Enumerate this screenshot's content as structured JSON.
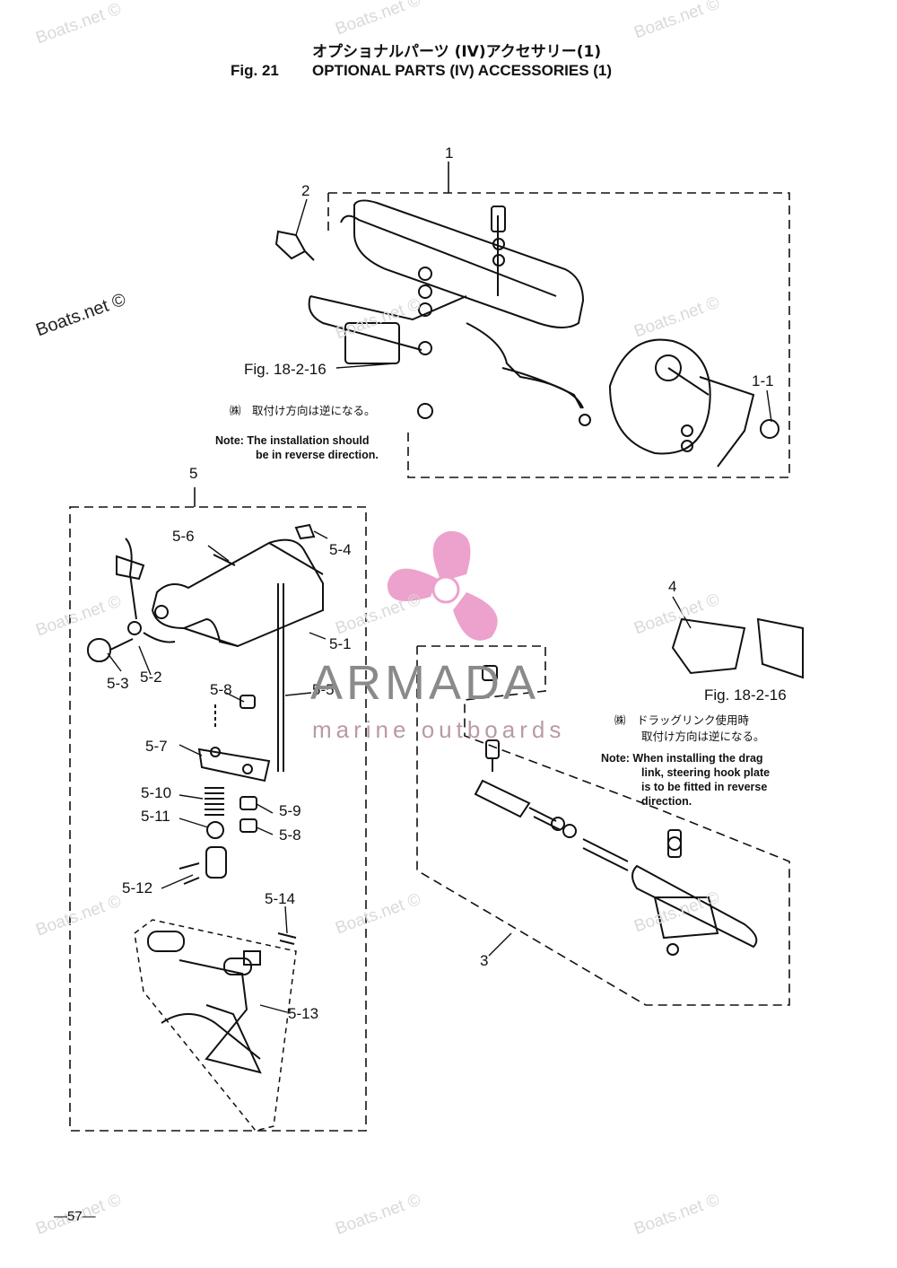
{
  "header": {
    "title_jp": "オプショナルパーツ (IV)アクセサリー(1)",
    "fig_number": "Fig. 21",
    "title_en": "OPTIONAL PARTS (IV) ACCESSORIES (1)"
  },
  "labels": {
    "p1": "1",
    "p2": "2",
    "p1_1": "1-1",
    "fig_ref_top": "Fig. 18-2-16",
    "p5": "5",
    "p5_6": "5-6",
    "p5_4": "5-4",
    "p5_1": "5-1",
    "p5_3": "5-3",
    "p5_2": "5-2",
    "p5_8a": "5-8",
    "p5_5": "5-5",
    "p5_7": "5-7",
    "p5_10": "5-10",
    "p5_9": "5-9",
    "p5_11": "5-11",
    "p5_8b": "5-8",
    "p5_12": "5-12",
    "p5_14": "5-14",
    "p5_13": "5-13",
    "p4": "4",
    "fig_ref_right": "Fig. 18-2-16",
    "p3": "3"
  },
  "notes": {
    "top_jp": "㈱　取付け方向は逆になる。",
    "top_en_1": "Note: The installation should",
    "top_en_2": "be in reverse direction.",
    "right_jp_1": "㈱　ドラッグリンク使用時",
    "right_jp_2": "取付け方向は逆になる。",
    "right_en_1": "Note: When installing the drag",
    "right_en_2": "link, steering hook plate",
    "right_en_3": "is to be fitted in reverse",
    "right_en_4": "direction."
  },
  "watermark": {
    "text": "Boats.net ©",
    "brand": "ARMADA",
    "brand_sub": "marine outboards",
    "brand_color": "#e88bc0"
  },
  "footer": {
    "page": "—57—"
  }
}
